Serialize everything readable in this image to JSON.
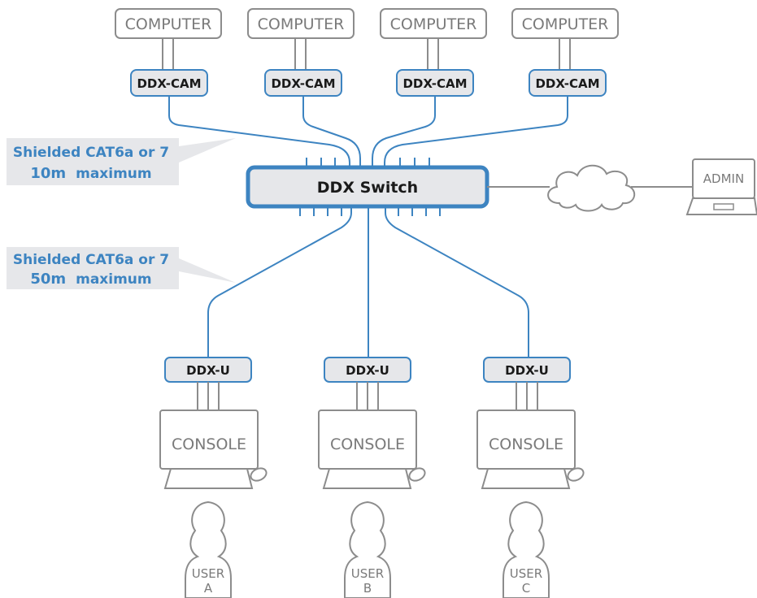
{
  "computers": [
    {
      "label": "COMPUTER",
      "module": "DDX-CAM"
    },
    {
      "label": "COMPUTER",
      "module": "DDX-CAM"
    },
    {
      "label": "COMPUTER",
      "module": "DDX-CAM"
    },
    {
      "label": "COMPUTER",
      "module": "DDX-CAM"
    }
  ],
  "switch": {
    "label": "DDX Switch"
  },
  "admin": {
    "label": "ADMIN"
  },
  "cable_top": {
    "line1": "Shielded CAT6a or 7",
    "distance": "10m",
    "suffix": "maximum"
  },
  "cable_bottom": {
    "line1": "Shielded CAT6a or 7",
    "distance": "50m",
    "suffix": "maximum"
  },
  "consoles": [
    {
      "module": "DDX-U",
      "label": "CONSOLE",
      "user_line1": "USER",
      "user_line2": "A"
    },
    {
      "module": "DDX-U",
      "label": "CONSOLE",
      "user_line1": "USER",
      "user_line2": "B"
    },
    {
      "module": "DDX-U",
      "label": "CONSOLE",
      "user_line1": "USER",
      "user_line2": "C"
    }
  ],
  "colors": {
    "cable": "#3d84c1",
    "module_fill": "#e6e7ea",
    "outline_gray": "#8c8c8c",
    "callout_fill": "#e6e7ea"
  }
}
